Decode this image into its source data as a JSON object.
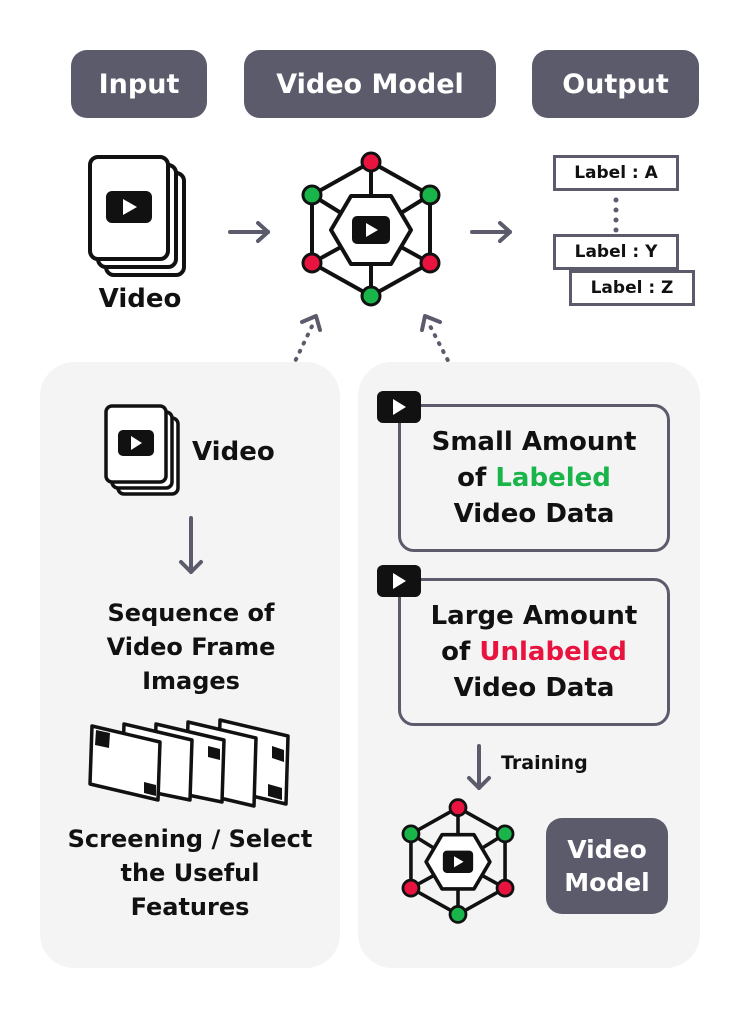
{
  "headers": {
    "input": "Input",
    "model": "Video Model",
    "output": "Output"
  },
  "top": {
    "video_label": "Video",
    "labels": [
      "Label : A",
      "Label : Y",
      "Label : Z"
    ]
  },
  "left_panel": {
    "video_label": "Video",
    "sequence_text": [
      "Sequence of",
      "Video Frame",
      "Images"
    ],
    "screening_text": [
      "Screening / Select",
      "the Useful",
      "Features"
    ]
  },
  "right_panel": {
    "small_box": {
      "line1": "Small Amount",
      "line2_prefix": "of ",
      "line2_highlight": "Labeled",
      "line3": "Video Data"
    },
    "large_box": {
      "line1": "Large Amount",
      "line2_prefix": "of ",
      "line2_highlight": "Unlabeled",
      "line3": "Video Data"
    },
    "training_label": "Training",
    "model_label_line1": "Video",
    "model_label_line2": "Model"
  },
  "colors": {
    "pill": "#5b5b6b",
    "green": "#1ab54a",
    "red": "#e8133f",
    "panel": "#f4f4f4"
  },
  "icons": [
    "video-stack-icon",
    "arrow-right-icon",
    "neural-network-icon",
    "dotted-arrow-icon",
    "play-icon",
    "arrow-down-icon",
    "video-frames-icon"
  ]
}
